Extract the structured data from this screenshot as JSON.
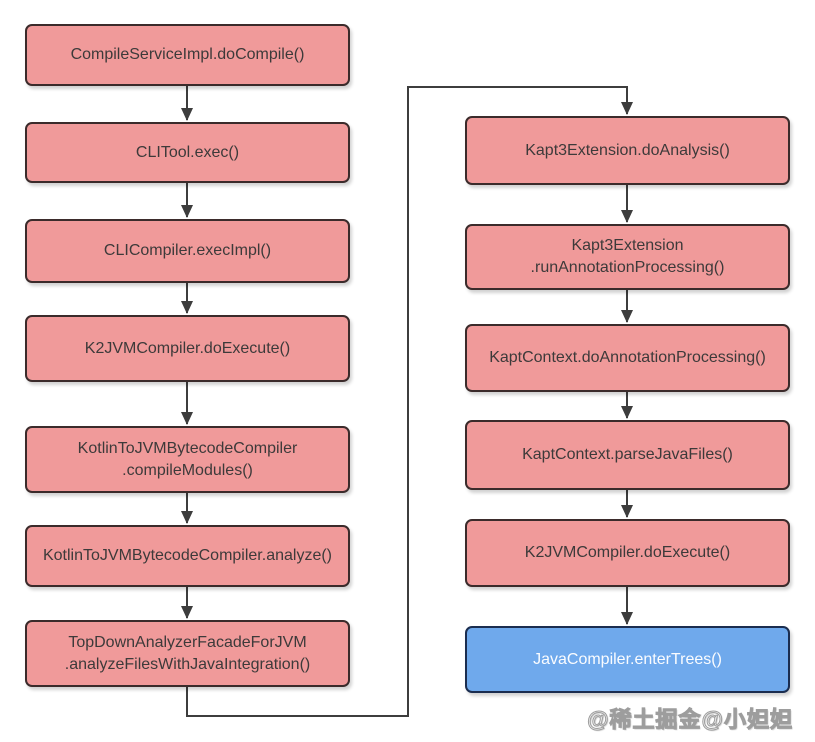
{
  "nodes": {
    "left": [
      {
        "label": "CompileServiceImpl.doCompile()"
      },
      {
        "label": "CLITool.exec()"
      },
      {
        "label": "CLICompiler.execImpl()"
      },
      {
        "label": "K2JVMCompiler.doExecute()"
      },
      {
        "label": "KotlinToJVMBytecodeCompiler\n.compileModules()"
      },
      {
        "label": "KotlinToJVMBytecodeCompiler.analyze()"
      },
      {
        "label": "TopDownAnalyzerFacadeForJVM\n.analyzeFilesWithJavaIntegration()"
      }
    ],
    "right": [
      {
        "label": "Kapt3Extension.doAnalysis()"
      },
      {
        "label": "Kapt3Extension\n.runAnnotationProcessing()"
      },
      {
        "label": "KaptContext.doAnnotationProcessing()"
      },
      {
        "label": "KaptContext.parseJavaFiles()"
      },
      {
        "label": "K2JVMCompiler.doExecute()"
      },
      {
        "label": "JavaCompiler.enterTrees()"
      }
    ]
  },
  "watermark": "@稀土掘金@小妲妲",
  "colors": {
    "node_fill": "#f09a9a",
    "node_border": "#3b2b2b",
    "node_text": "#3d3a3a",
    "highlight_fill": "#6fa9ec",
    "highlight_border": "#1b2d4f",
    "highlight_text": "#ffffff",
    "connector": "#3d3d3d",
    "background": "#ffffff"
  }
}
